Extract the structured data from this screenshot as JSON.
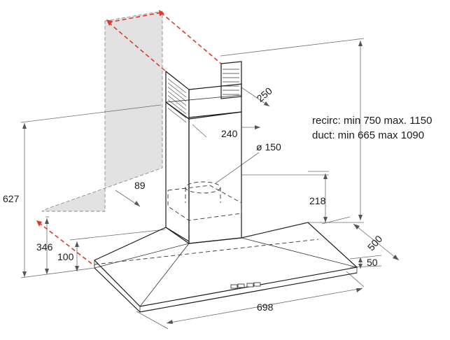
{
  "dimensions": {
    "height_total": "627",
    "height_346": "346",
    "height_100": "100",
    "wall_offset": "89",
    "chimney_depth": "250",
    "chimney_width": "240",
    "outlet_diameter": "ø 150",
    "motor_height": "218",
    "hood_depth": "500",
    "hood_edge_height": "50",
    "hood_width": "698"
  },
  "notes": {
    "recirc": "recirc: min 750 max. 1150",
    "duct": "duct: min 665 max 1090"
  },
  "colors": {
    "install_arrow": "#e03a2a",
    "wall_fill": "#e2e2e2"
  }
}
